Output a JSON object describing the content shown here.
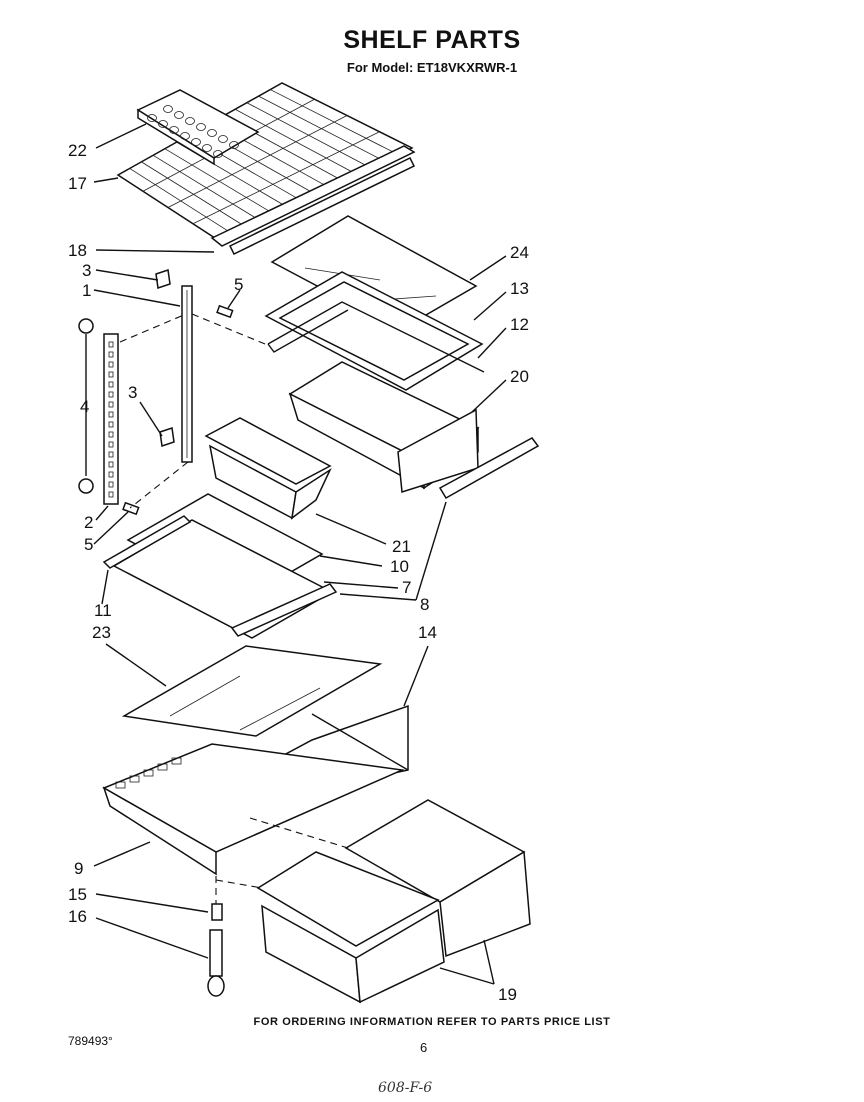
{
  "title": "SHELF PARTS",
  "subtitle": "For Model: ET18VKXRWR-1",
  "footer_note": "FOR ORDERING INFORMATION REFER TO PARTS PRICE LIST",
  "doc_number": "789493°",
  "page_number": "6",
  "handwritten_note": "608-F-6",
  "callouts": {
    "c22": "22",
    "c17": "17",
    "c18": "18",
    "c3a": "3",
    "c1": "1",
    "c5a": "5",
    "c24": "24",
    "c13": "13",
    "c12": "12",
    "c20": "20",
    "c4": "4",
    "c3b": "3",
    "c2": "2",
    "c5b": "5",
    "c21": "21",
    "c10": "10",
    "c7": "7",
    "c8": "8",
    "c11": "11",
    "c23": "23",
    "c14": "14",
    "c9": "9",
    "c15": "15",
    "c16": "16",
    "c19": "19"
  }
}
